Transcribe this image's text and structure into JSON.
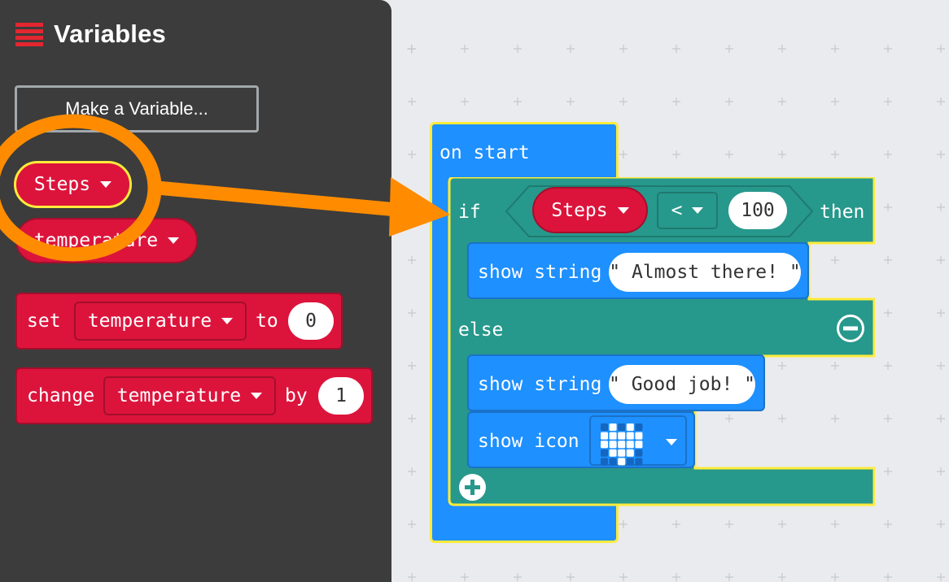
{
  "flyout": {
    "title": "Variables",
    "make_variable_label": "Make a Variable...",
    "steps_var": "Steps",
    "temperature_var": "temperature",
    "set_block": {
      "kw1": "set",
      "var": "temperature",
      "kw2": "to",
      "value": "0"
    },
    "change_block": {
      "kw1": "change",
      "var": "temperature",
      "kw2": "by",
      "value": "1"
    }
  },
  "program": {
    "hat_label": "on start",
    "if_label": "if",
    "condition_var": "Steps",
    "operator": "<",
    "compare_value": "100",
    "then_label": "then",
    "show_string_label": "show string",
    "string1": "\" Almost there! \"",
    "else_label": "else",
    "string2": "\" Good job! \"",
    "show_icon_label": "show icon",
    "icon": "heart-icon"
  },
  "colors": {
    "variables": "#dc143c",
    "variables_dark": "#a40f2c",
    "basic": "#1e90ff",
    "logic": "#27988c",
    "highlight": "#ffeb3b",
    "annotation": "#ff8c00"
  }
}
